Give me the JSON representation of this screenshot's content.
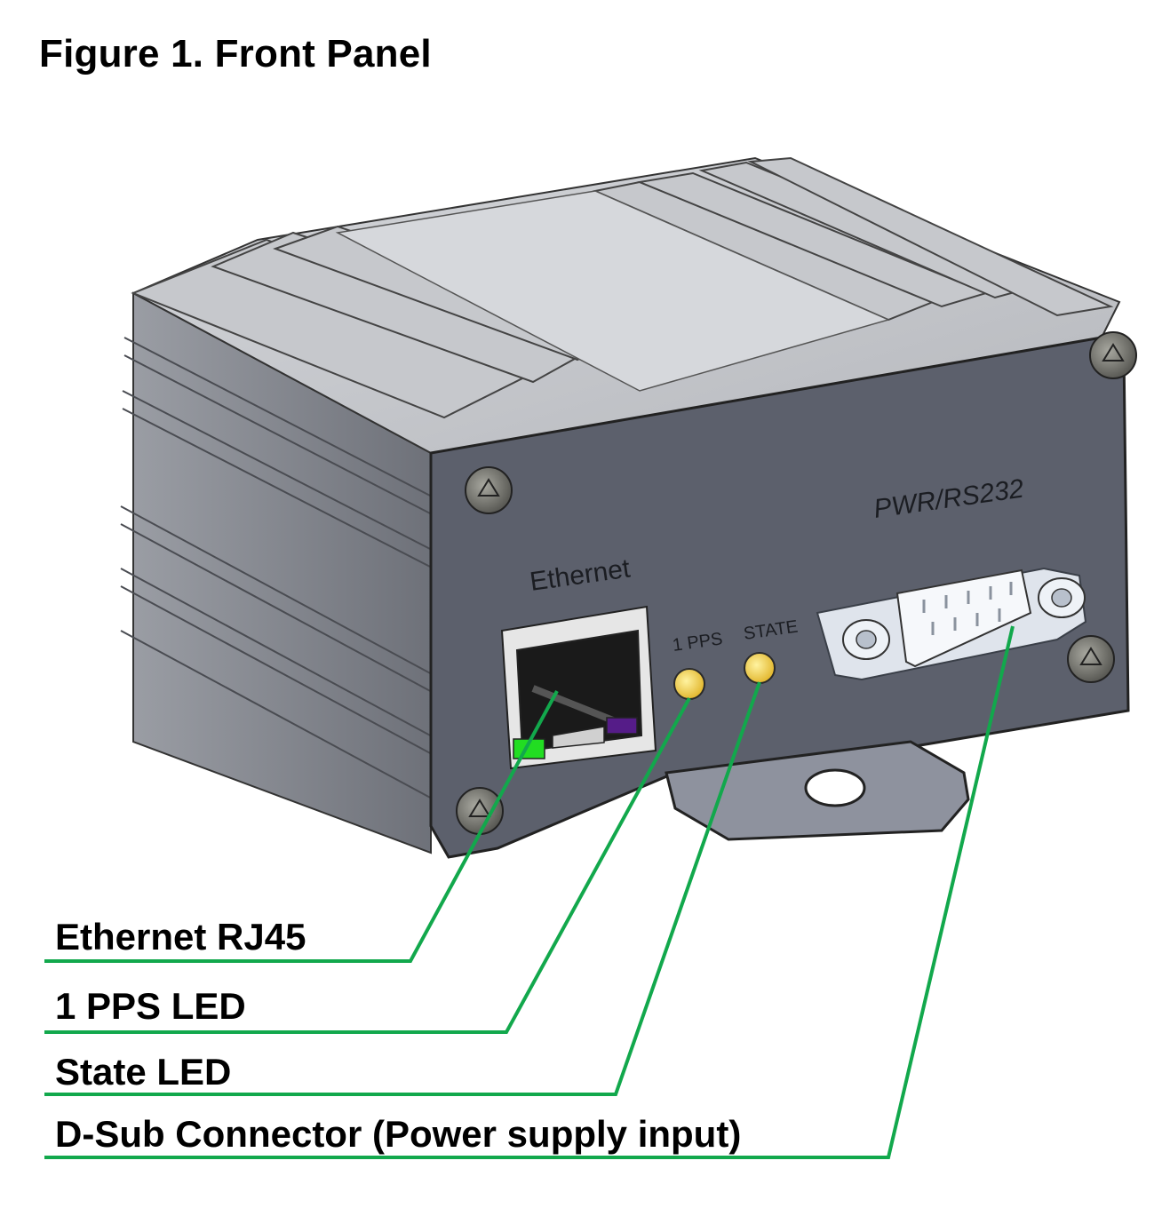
{
  "title": "Figure 1. Front Panel",
  "panel_labels": {
    "ethernet": "Ethernet",
    "pps": "1 PPS",
    "state": "STATE",
    "power": "PWR/RS232"
  },
  "callouts": [
    {
      "label": "Ethernet RJ45"
    },
    {
      "label": "1 PPS LED"
    },
    {
      "label": "State LED"
    },
    {
      "label": "D-Sub Connector (Power supply input)"
    }
  ],
  "colors": {
    "leader": "#12a84c",
    "panel": "#5c606c",
    "led": "#f2d24a",
    "link_led": "#22dd22",
    "act_led": "#551c88"
  }
}
